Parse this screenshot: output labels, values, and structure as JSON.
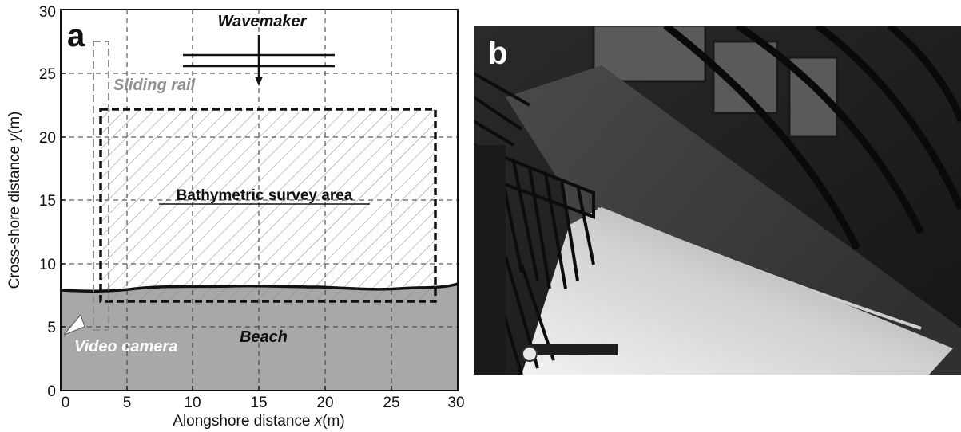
{
  "panel_a": {
    "letter": "a",
    "xlabel_prefix": "Alongshore distance ",
    "xlabel_var": "x",
    "xlabel_unit": "(m)",
    "ylabel_prefix": "Cross-shore distance ",
    "ylabel_var": "y",
    "ylabel_unit": "(m)",
    "x_ticks": [
      "0",
      "5",
      "10",
      "15",
      "20",
      "25",
      "30"
    ],
    "y_ticks": [
      "0",
      "5",
      "10",
      "15",
      "20",
      "25",
      "30"
    ],
    "xlim": [
      0,
      30
    ],
    "ylim": [
      0,
      30
    ],
    "labels": {
      "wavemaker": "Wavemaker",
      "sliding_rail": "Sliding rail",
      "survey_area": "Bathymetric survey area",
      "beach": "Beach",
      "video_camera": "Video camera"
    },
    "colors": {
      "beach_fill": "#a8a8a8",
      "rail": "#909090",
      "camera_label": "#ffffff"
    }
  },
  "panel_b": {
    "letter": "b"
  }
}
